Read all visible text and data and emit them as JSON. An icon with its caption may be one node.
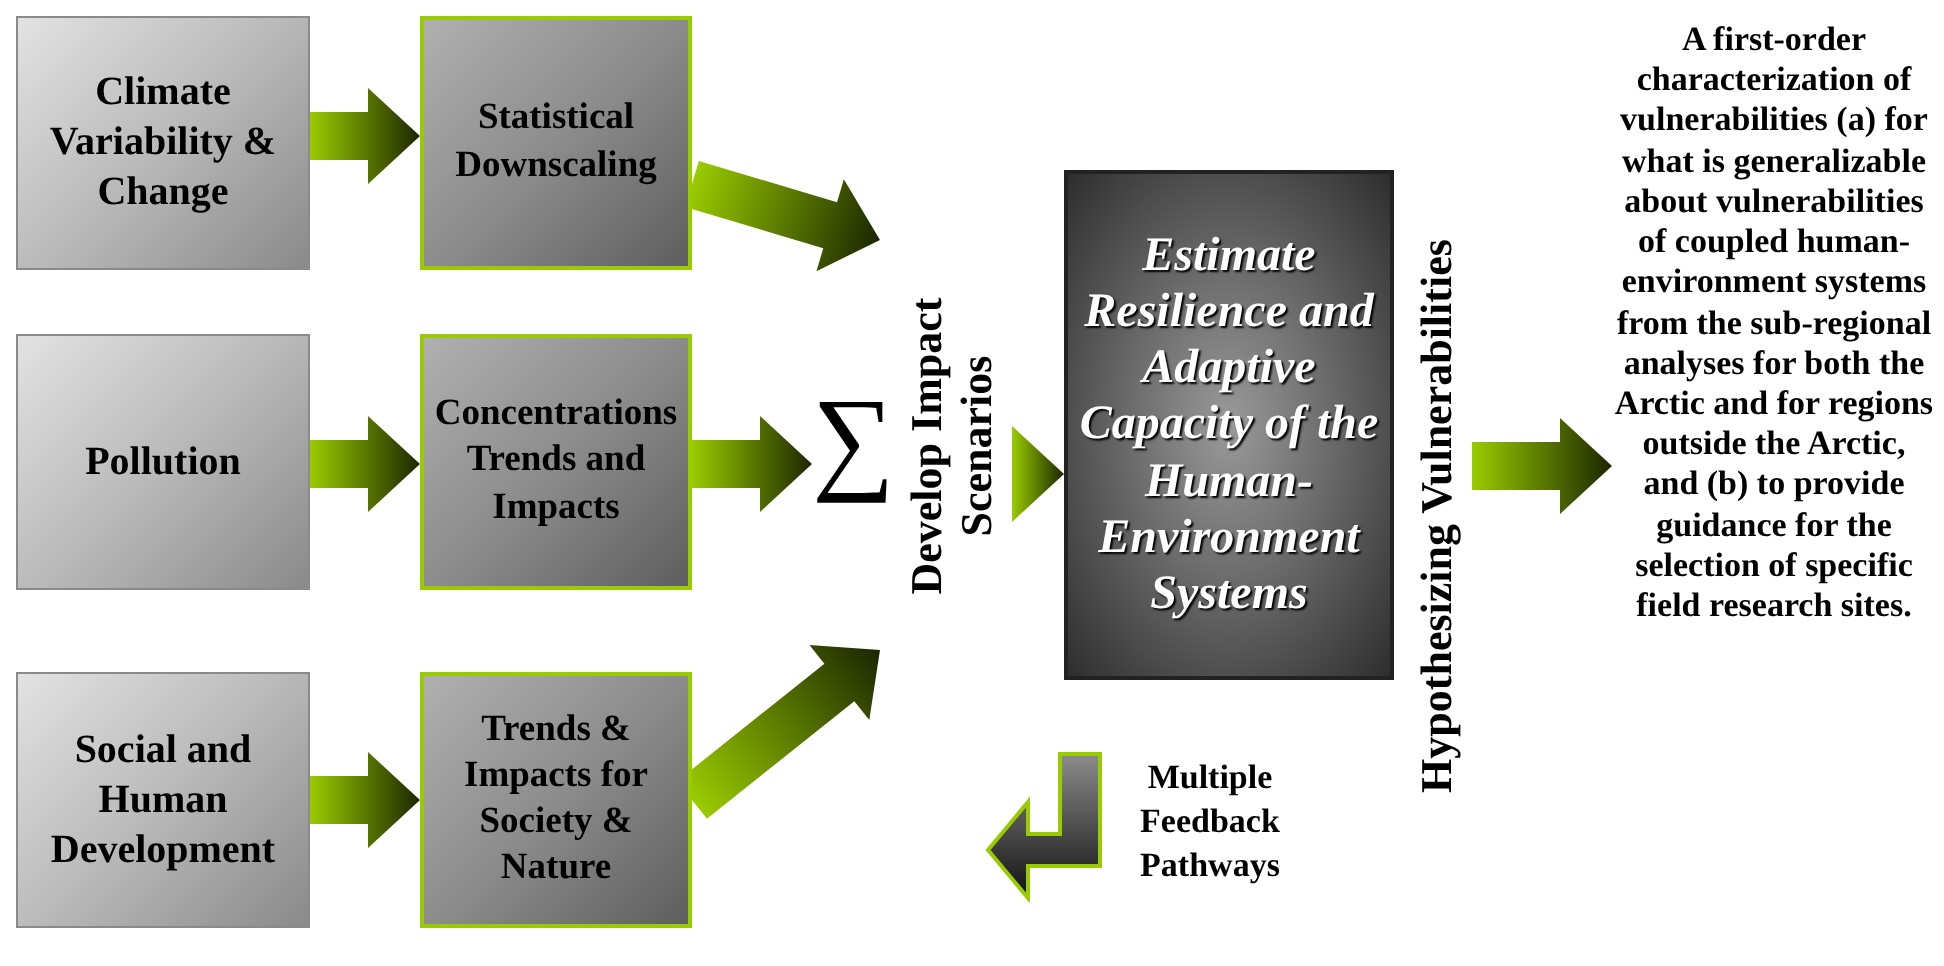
{
  "diagram": {
    "nodes": [
      {
        "text": [
          "Climate Variability & Change"
        ]
      },
      {
        "text": [
          "Statistical Downscaling"
        ]
      },
      {
        "text": [
          "Pollution"
        ]
      },
      {
        "text": [
          "Concentrations Trends and Impacts"
        ]
      },
      {
        "text": [
          "Social and Human Development"
        ]
      },
      {
        "text": [
          "Trends & Impacts for Society & Nature"
        ]
      },
      {
        "text": [
          "∑",
          "Develop Impact Scenarios"
        ]
      },
      {
        "text": [
          "Estimate Resilience and Adaptive Capacity of the Human-Environment Systems"
        ]
      },
      {
        "text": [
          "Hypothesizing Vulnerabilities"
        ]
      },
      {
        "text": [
          "A first-order characterization of vulnerabilities (a) for what is generalizable about vulnerabilities of coupled human-environment systems from the sub-regional analyses for both the Arctic and for regions outside the Arctic, and (b) to provide guidance for the selection of specific field research sites."
        ]
      },
      {
        "text": [],
        "shape": "arrow",
        "beside": [
          "Multiple Feedback Pathways"
        ]
      }
    ],
    "edges": [
      {
        "from": 0,
        "to": 1,
        "arrow": "to"
      },
      {
        "from": 2,
        "to": 3,
        "arrow": "to"
      },
      {
        "from": 4,
        "to": 5,
        "arrow": "to"
      },
      {
        "from": 1,
        "to": 6,
        "arrow": "to"
      },
      {
        "from": 3,
        "to": 6,
        "arrow": "to"
      },
      {
        "from": 5,
        "to": 6,
        "arrow": "to"
      },
      {
        "from": 6,
        "to": 7,
        "arrow": "to"
      },
      {
        "from": 8,
        "to": 9,
        "arrow": "to"
      }
    ]
  }
}
